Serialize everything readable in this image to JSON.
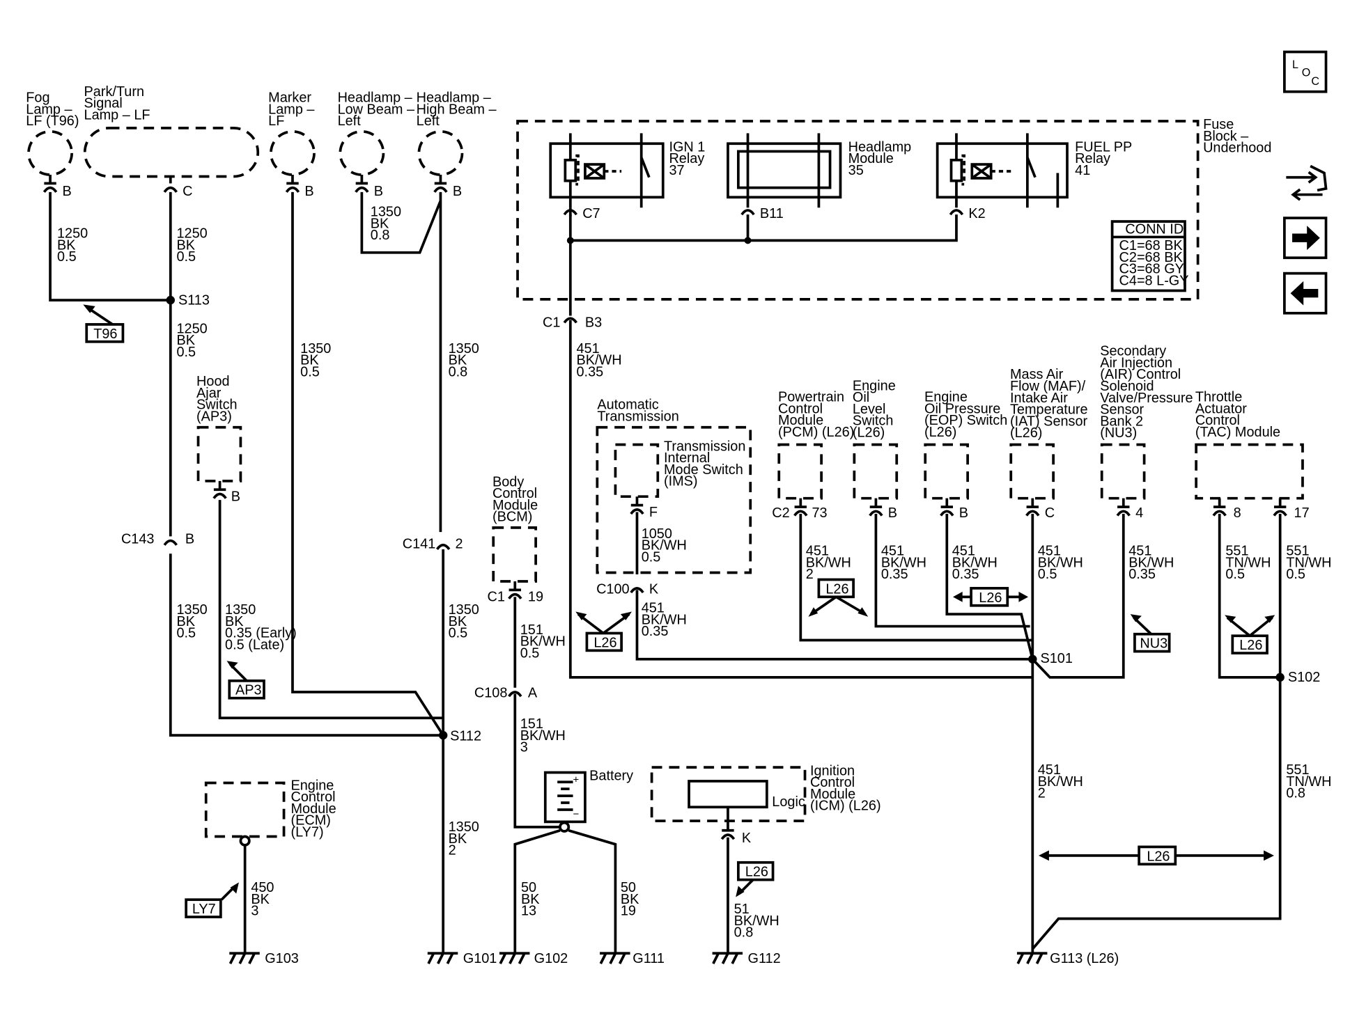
{
  "labels": {
    "fog_lamp": [
      "Fog",
      "Lamp –",
      "LF (T96)"
    ],
    "park_turn": [
      "Park/Turn",
      "Signal",
      "Lamp – LF"
    ],
    "marker": [
      "Marker",
      "Lamp –",
      "LF"
    ],
    "hl_low": [
      "Headlamp –",
      "Low Beam –",
      "Left"
    ],
    "hl_high": [
      "Headlamp –",
      "High Beam –",
      "Left"
    ],
    "fuse_block": [
      "Fuse",
      "Block –",
      "Underhood"
    ],
    "ign1_relay": [
      "IGN 1",
      "Relay",
      "37"
    ],
    "hl_module": [
      "Headlamp",
      "Module",
      "35"
    ],
    "fuel_relay": [
      "FUEL PP",
      "Relay",
      "41"
    ],
    "conn_id_title": "CONN ID",
    "conn_id_rows": [
      "C1=68 BK",
      "C2=68 BK",
      "C3=68 GY",
      "C4=8 L-GY"
    ],
    "hood_ajar": [
      "Hood",
      "Ajar",
      "Switch",
      "(AP3)"
    ],
    "auto_trans": [
      "Automatic",
      "Transmission"
    ],
    "ims": [
      "Transmission",
      "Internal",
      "Mode Switch",
      "(IMS)"
    ],
    "bcm": [
      "Body",
      "Control",
      "Module",
      "(BCM)"
    ],
    "pcm": [
      "Powertrain",
      "Control",
      "Module",
      "(PCM) (L26)"
    ],
    "oil_level": [
      "Engine",
      "Oil",
      "Level",
      "Switch",
      "(L26)"
    ],
    "eop": [
      "Engine",
      "Oil Pressure",
      "(EOP) Switch",
      "(L26)"
    ],
    "maf": [
      "Mass Air",
      "Flow (MAF)/",
      "Intake Air",
      "Temperature",
      "(IAT) Sensor",
      "(L26)"
    ],
    "air": [
      "Secondary",
      "Air Injection",
      "(AIR) Control",
      "Solenoid",
      "Valve/Pressure",
      "Sensor",
      "Bank 2",
      "(NU3)"
    ],
    "tac": [
      "Throttle",
      "Actuator",
      "Control",
      "(TAC) Module"
    ],
    "battery": "Battery",
    "icm": [
      "Ignition",
      "Control",
      "Module",
      "(ICM) (L26)"
    ],
    "icm_logic": "Logic",
    "ecm": [
      "Engine",
      "Control",
      "Module",
      "(ECM)",
      "(LY7)"
    ]
  },
  "pins": {
    "fog_b": "B",
    "park_c": "C",
    "marker_b": "B",
    "low_b": "B",
    "high_b": "B",
    "c7": "C7",
    "b11": "B11",
    "k2": "K2",
    "c1": "C1",
    "b3": "B3",
    "hood_b": "B",
    "c143": "C143",
    "c143_b": "B",
    "c141": "C141",
    "c141_2": "2",
    "ims_f": "F",
    "c100": "C100",
    "c100_k": "K",
    "bcm_c1": "C1",
    "bcm_19": "19",
    "c108": "C108",
    "c108_a": "A",
    "pcm_c2": "C2",
    "pcm_73": "73",
    "oil_b": "B",
    "eop_b": "B",
    "maf_c": "C",
    "air_4": "4",
    "tac_8": "8",
    "tac_17": "17",
    "icm_k": "K"
  },
  "wires": {
    "w1": [
      "1250",
      "BK",
      "0.5"
    ],
    "w2": [
      "1250",
      "BK",
      "0.5"
    ],
    "w3": [
      "1350",
      "BK",
      "0.8"
    ],
    "w4": [
      "1250",
      "BK",
      "0.5"
    ],
    "w5": [
      "1350",
      "BK",
      "0.5"
    ],
    "w6": [
      "1350",
      "BK",
      "0.8"
    ],
    "w7": [
      "451",
      "BK/WH",
      "0.35"
    ],
    "w8": [
      "1350",
      "BK",
      "0.5"
    ],
    "w9": [
      "1350",
      "BK",
      "0.35 (Early)",
      "0.5 (Late)"
    ],
    "w10": [
      "1350",
      "BK",
      "0.5"
    ],
    "w11": [
      "1050",
      "BK/WH",
      "0.5"
    ],
    "w12": [
      "451",
      "BK/WH",
      "0.35"
    ],
    "w13": [
      "151",
      "BK/WH",
      "0.5"
    ],
    "w14": [
      "151",
      "BK/WH",
      "3"
    ],
    "w15": [
      "451",
      "BK/WH",
      "2"
    ],
    "w16": [
      "451",
      "BK/WH",
      "0.35"
    ],
    "w17": [
      "451",
      "BK/WH",
      "0.35"
    ],
    "w18": [
      "451",
      "BK/WH",
      "0.5"
    ],
    "w19": [
      "451",
      "BK/WH",
      "0.35"
    ],
    "w20": [
      "551",
      "TN/WH",
      "0.5"
    ],
    "w21": [
      "551",
      "TN/WH",
      "0.5"
    ],
    "w22": [
      "1350",
      "BK",
      "2"
    ],
    "w23": [
      "451",
      "BK/WH",
      "2"
    ],
    "w24": [
      "551",
      "TN/WH",
      "0.8"
    ],
    "w25": [
      "450",
      "BK",
      "3"
    ],
    "w26": [
      "50",
      "BK",
      "13"
    ],
    "w27": [
      "50",
      "BK",
      "19"
    ],
    "w28": [
      "51",
      "BK/WH",
      "0.8"
    ]
  },
  "splices": {
    "s113": "S113",
    "s112": "S112",
    "s101": "S101",
    "s102": "S102"
  },
  "grounds": {
    "g103": "G103",
    "g101": "G101",
    "g102": "G102",
    "g111": "G111",
    "g112": "G112",
    "g113": "G113 (L26)"
  },
  "options": {
    "t96": "T96",
    "ap3": "AP3",
    "l26_trans": "L26",
    "l26_pcm": "L26",
    "l26_eop": "L26",
    "nu3": "NU3",
    "l26_tac": "L26",
    "l26_bottom": "L26",
    "l26_icm": "L26",
    "ly7": "LY7"
  },
  "nav": {
    "loc_l": "L",
    "loc_o": "O",
    "loc_c": "C"
  },
  "icons": {
    "loc": "loc-icon",
    "connector": "connector-icon",
    "next": "arrow-right-icon",
    "prev": "arrow-left-icon"
  }
}
